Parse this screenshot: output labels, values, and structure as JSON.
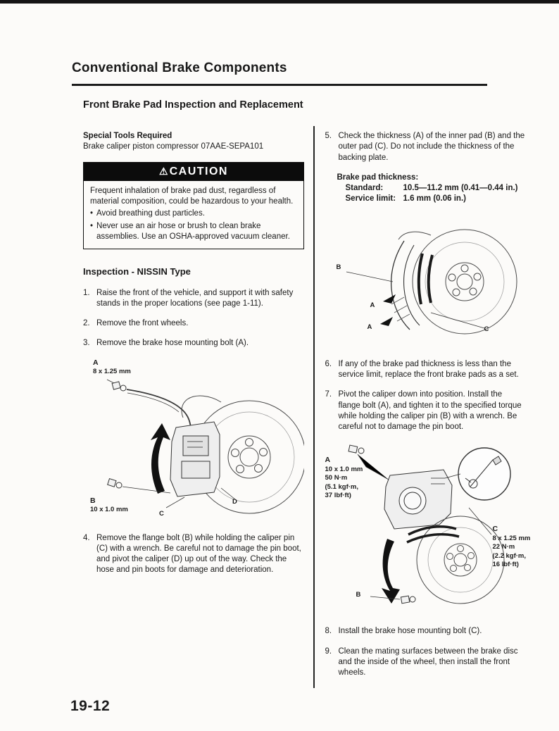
{
  "page": {
    "chapter_title": "Conventional Brake Components",
    "section_title": "Front Brake Pad Inspection and Replacement",
    "page_number": "19-12"
  },
  "left": {
    "special_tools": {
      "heading": "Special Tools Required",
      "item": "Brake caliper piston compressor 07AAE-SEPA101"
    },
    "caution": {
      "icon": "⚠",
      "title": "CAUTION",
      "intro": "Frequent inhalation of brake pad dust, regardless of material composition, could be hazardous to your health.",
      "bullets": [
        "Avoid breathing dust particles.",
        "Never use an air hose or brush to clean brake assemblies. Use an OSHA-approved vacuum cleaner."
      ]
    },
    "inspection_heading": "Inspection - NISSIN Type",
    "steps": [
      {
        "num": "1.",
        "text": "Raise the front of the vehicle, and support it with safety stands in the proper locations (see page 1-11)."
      },
      {
        "num": "2.",
        "text": "Remove the front wheels."
      },
      {
        "num": "3.",
        "text": "Remove the brake hose mounting bolt (A)."
      },
      {
        "num": "4.",
        "text": "Remove the flange bolt (B) while holding the caliper pin (C) with a wrench. Be careful not to damage the pin boot, and pivot the caliper (D) up out of the way. Check the hose and pin boots for damage and deterioration."
      }
    ],
    "figure1": {
      "label_a": "A",
      "label_a_size": "8 x 1.25 mm",
      "label_b": "B",
      "label_b_size": "10 x 1.0 mm",
      "label_c": "C",
      "label_d": "D"
    }
  },
  "right": {
    "steps": [
      {
        "num": "5.",
        "text": "Check the thickness (A) of the inner pad (B) and the outer pad (C). Do not include the thickness of the backing plate."
      },
      {
        "num": "6.",
        "text": "If any of the brake pad thickness is less than the service limit, replace the front brake pads as a set."
      },
      {
        "num": "7.",
        "text": "Pivot the caliper down into position. Install the flange bolt (A), and tighten it to the specified torque while holding the caliper pin (B) with a wrench. Be careful not to damage the pin boot."
      },
      {
        "num": "8.",
        "text": "Install the brake hose mounting bolt (C)."
      },
      {
        "num": "9.",
        "text": "Clean the mating surfaces between the brake disc and the inside of the wheel, then install the front wheels."
      }
    ],
    "thickness": {
      "heading": "Brake pad thickness:",
      "rows": [
        {
          "label": "Standard:",
          "value": "10.5—11.2 mm (0.41—0.44 in.)"
        },
        {
          "label": "Service limit:",
          "value": "1.6 mm (0.06 in.)"
        }
      ]
    },
    "figure2": {
      "label_b": "B",
      "label_a1": "A",
      "label_a2": "A",
      "label_c": "C"
    },
    "figure3": {
      "label_a": "A",
      "a_lines": [
        "10 x 1.0 mm",
        "50 N·m",
        "(5.1 kgf·m,",
        "37 lbf·ft)"
      ],
      "label_c": "C",
      "c_lines": [
        "8 x 1.25 mm",
        "22 N·m",
        "(2.2 kgf·m,",
        "16 lbf·ft)"
      ],
      "label_b": "B"
    }
  }
}
